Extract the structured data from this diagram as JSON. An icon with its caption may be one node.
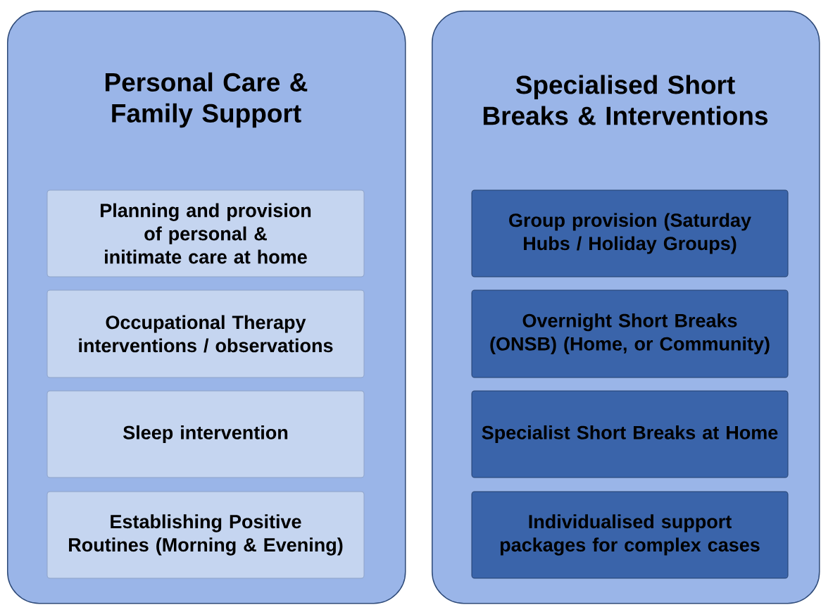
{
  "diagram": {
    "nodes": [
      {
        "text": [
          "Personal Care & Family Support"
        ]
      },
      {
        "text": [
          "Planning and provision of personal & initimate care at home"
        ],
        "in": 0
      },
      {
        "text": [
          "Occupational Therapy interventions / observations"
        ],
        "in": 0
      },
      {
        "text": [
          "Sleep intervention"
        ],
        "in": 0
      },
      {
        "text": [
          "Establishing Positive Routines (Morning & Evening)"
        ],
        "in": 0
      },
      {
        "text": [
          "Specialised Short Breaks & Interventions"
        ]
      },
      {
        "text": [
          "Group provision (Saturday Hubs / Holiday Groups)"
        ],
        "in": 5
      },
      {
        "text": [
          "Overnight Short Breaks (ONSB) (Home, or Community)"
        ],
        "in": 5
      },
      {
        "text": [
          "Specialist Short Breaks at Home"
        ],
        "in": 5
      },
      {
        "text": [
          "Individualised support packages for complex cases"
        ],
        "in": 5
      }
    ]
  }
}
